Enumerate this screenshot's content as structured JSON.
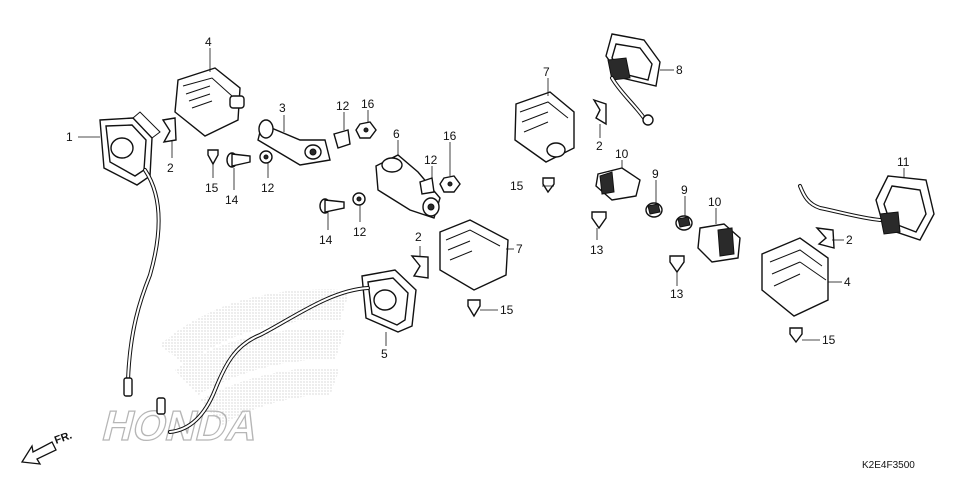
{
  "diagram": {
    "code": "K2E4F3500",
    "direction": "FR.",
    "watermark_brand": "HONDA"
  },
  "callouts": [
    {
      "id": "c1",
      "label": "1"
    },
    {
      "id": "c2a",
      "label": "2"
    },
    {
      "id": "c2b",
      "label": "2"
    },
    {
      "id": "c2c",
      "label": "2"
    },
    {
      "id": "c2d",
      "label": "2"
    },
    {
      "id": "c3",
      "label": "3"
    },
    {
      "id": "c4a",
      "label": "4"
    },
    {
      "id": "c4b",
      "label": "4"
    },
    {
      "id": "c5",
      "label": "5"
    },
    {
      "id": "c6",
      "label": "6"
    },
    {
      "id": "c7a",
      "label": "7"
    },
    {
      "id": "c7b",
      "label": "7"
    },
    {
      "id": "c8",
      "label": "8"
    },
    {
      "id": "c9a",
      "label": "9"
    },
    {
      "id": "c9b",
      "label": "9"
    },
    {
      "id": "c10a",
      "label": "10"
    },
    {
      "id": "c10b",
      "label": "10"
    },
    {
      "id": "c11",
      "label": "11"
    },
    {
      "id": "c12a",
      "label": "12"
    },
    {
      "id": "c12b",
      "label": "12"
    },
    {
      "id": "c12c",
      "label": "12"
    },
    {
      "id": "c12d",
      "label": "12"
    },
    {
      "id": "c13a",
      "label": "13"
    },
    {
      "id": "c13b",
      "label": "13"
    },
    {
      "id": "c14a",
      "label": "14"
    },
    {
      "id": "c14b",
      "label": "14"
    },
    {
      "id": "c15a",
      "label": "15"
    },
    {
      "id": "c15b",
      "label": "15"
    },
    {
      "id": "c15c",
      "label": "15"
    },
    {
      "id": "c15d",
      "label": "15"
    },
    {
      "id": "c16a",
      "label": "16"
    },
    {
      "id": "c16b",
      "label": "16"
    }
  ]
}
